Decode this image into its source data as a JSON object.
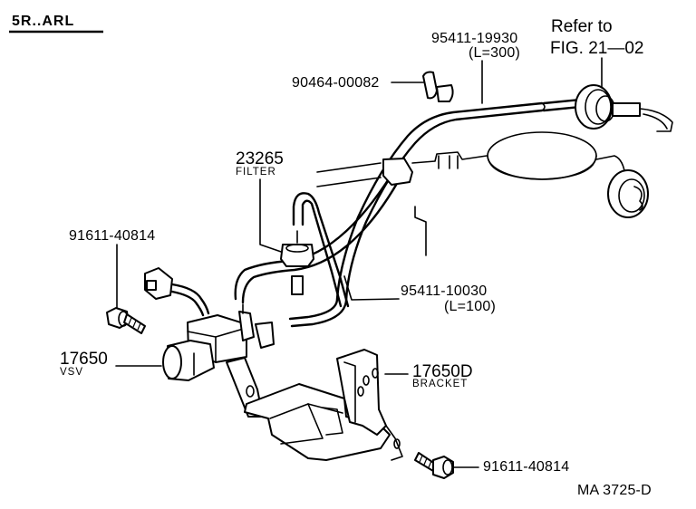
{
  "header": {
    "model_code": "5R..ARL"
  },
  "figure_reference": {
    "line1": "Refer to",
    "line2": "FIG. 21—02"
  },
  "parts": [
    {
      "id": "hose-long",
      "part_no": "95411-19930",
      "note": "(L=300)"
    },
    {
      "id": "clip",
      "part_no": "90464-00082"
    },
    {
      "id": "filter",
      "part_no": "23265",
      "name": "FILTER"
    },
    {
      "id": "bolt-upper",
      "part_no": "91611-40814"
    },
    {
      "id": "hose-short",
      "part_no": "95411-10030",
      "note": "(L=100)"
    },
    {
      "id": "vsv",
      "part_no": "17650",
      "name": "VSV"
    },
    {
      "id": "bracket",
      "part_no": "17650D",
      "name": "BRACKET"
    },
    {
      "id": "bolt-lower",
      "part_no": "91611-40814"
    }
  ],
  "footer": {
    "diagram_code": "MA  3725-D"
  }
}
